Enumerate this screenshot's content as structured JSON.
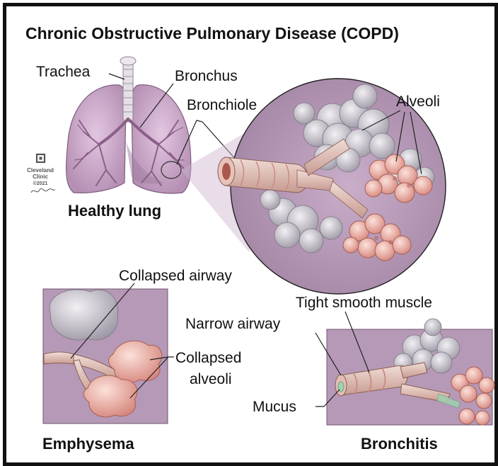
{
  "title": "Chronic Obstructive Pulmonary Disease (COPD)",
  "labels": {
    "trachea": "Trachea",
    "bronchus": "Bronchus",
    "bronchiole": "Bronchiole",
    "alveoli": "Alveoli",
    "healthy_lung": "Healthy lung",
    "collapsed_airway": "Collapsed airway",
    "collapsed_alveoli_line1": "Collapsed",
    "collapsed_alveoli_line2": "alveoli",
    "emphysema": "Emphysema",
    "tight_smooth_muscle": "Tight smooth muscle",
    "narrow_airway": "Narrow airway",
    "mucus": "Mucus",
    "bronchitis": "Bronchitis"
  },
  "credit": {
    "org_line1": "Cleveland",
    "org_line2": "Clinic",
    "year": "©2021"
  },
  "colors": {
    "lung": "#c9a6c8",
    "lung_dark": "#8e6a8c",
    "background_purple": "#b394b4",
    "alveoli_healthy": "#e7a9a0",
    "alveoli_grey": "#c6c2ca",
    "airway": "#d8b9ae",
    "mucus": "#9fd2b0"
  }
}
